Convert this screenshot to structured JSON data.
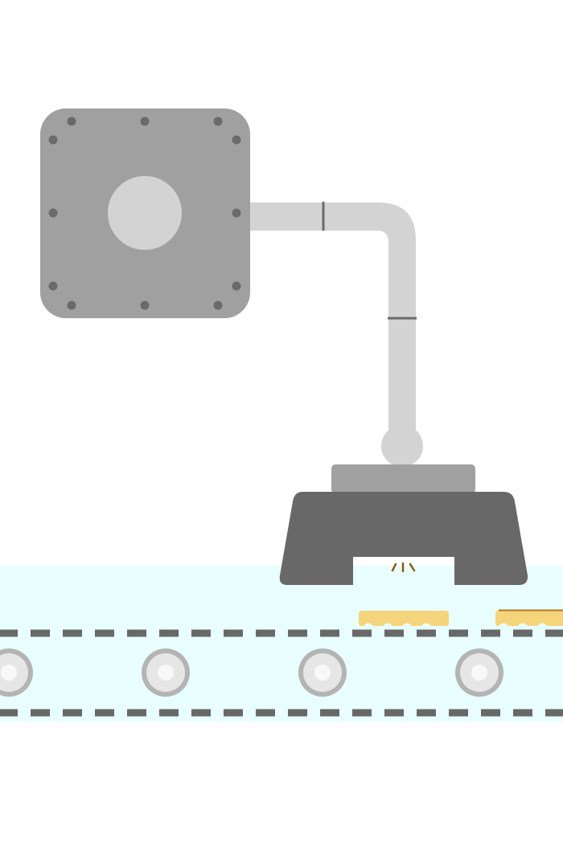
{
  "scene": {
    "subject": "food-press-machine-over-conveyor",
    "colors": {
      "background": "#ffffff",
      "motor_housing": "#a0a0a0",
      "bolt": "#6a6a6a",
      "motor_hub": "#d3d3d3",
      "arm_pipe": "#d3d3d3",
      "pipe_joint": "#6a6a6a",
      "press_plate": "#a0a0a0",
      "press_head": "#686868",
      "conveyor_bg": "#e9fefe",
      "belt_dash": "#686868",
      "roller_outer": "#b4b4b4",
      "roller_mid": "#e6e6e6",
      "roller_inner": "#f8f8f8",
      "dough": "#f5d57c",
      "dough_crust": "#b07b22",
      "crumb": "#8a5a16"
    },
    "icons": {
      "motor": "motor-housing-icon",
      "arm": "pipe-arm-icon",
      "press": "press-head-icon",
      "conveyor": "conveyor-belt-icon",
      "roller": "roller-icon",
      "dough": "dough-strip-icon"
    },
    "rollers_visible": 4,
    "dough_pieces_visible": 2
  }
}
